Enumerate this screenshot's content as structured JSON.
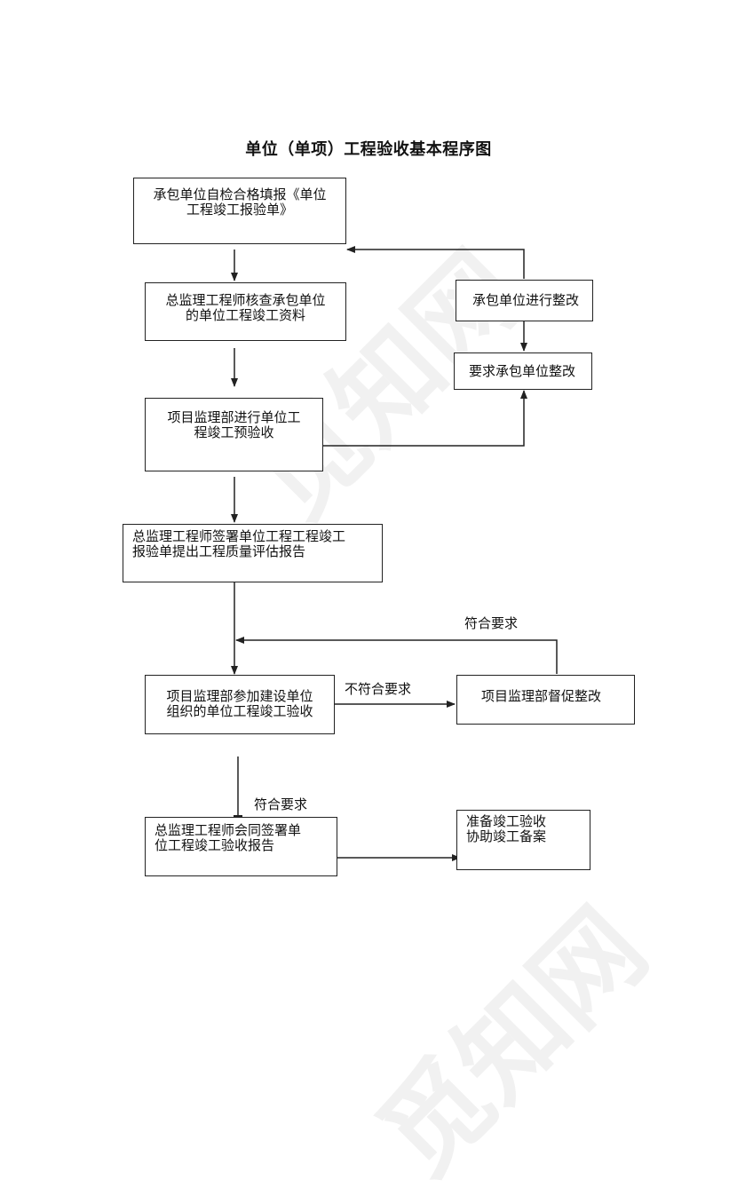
{
  "title": "单位（单项）工程验收基本程序图",
  "watermark": "觅知网",
  "boxes": {
    "b1": {
      "line1": "承包单位自检合格填报《单位",
      "line2": "工程竣工报验单》"
    },
    "b2": {
      "line1": "总监理工程师核查承包单位",
      "line2": "的单位工程竣工资料"
    },
    "b3": {
      "line1": "项目监理部进行单位工",
      "line2": "程竣工预验收"
    },
    "b4": {
      "line1": "总监理工程师签署单位工程工程竣工",
      "line2": "报验单提出工程质量评估报告"
    },
    "b5": {
      "line1": "承包单位进行整改"
    },
    "b6": {
      "line1": "要求承包单位整改"
    },
    "b7": {
      "line1": "项目监理部参加建设单位",
      "line2": "组织的单位工程竣工验收"
    },
    "b8": {
      "line1": "项目监理部督促整改"
    },
    "b9": {
      "line1": "总监理工程师会同签署单",
      "line2": "位工程竣工验收报告"
    },
    "b10": {
      "line1": "准备竣工验收",
      "line2": "协助竣工备案"
    }
  },
  "labels": {
    "meets_1": "符合要求",
    "not_meets": "不符合要求",
    "meets_2": "符合要求"
  },
  "colors": {
    "line": "#222222",
    "text": "#111111",
    "background": "#ffffff"
  }
}
